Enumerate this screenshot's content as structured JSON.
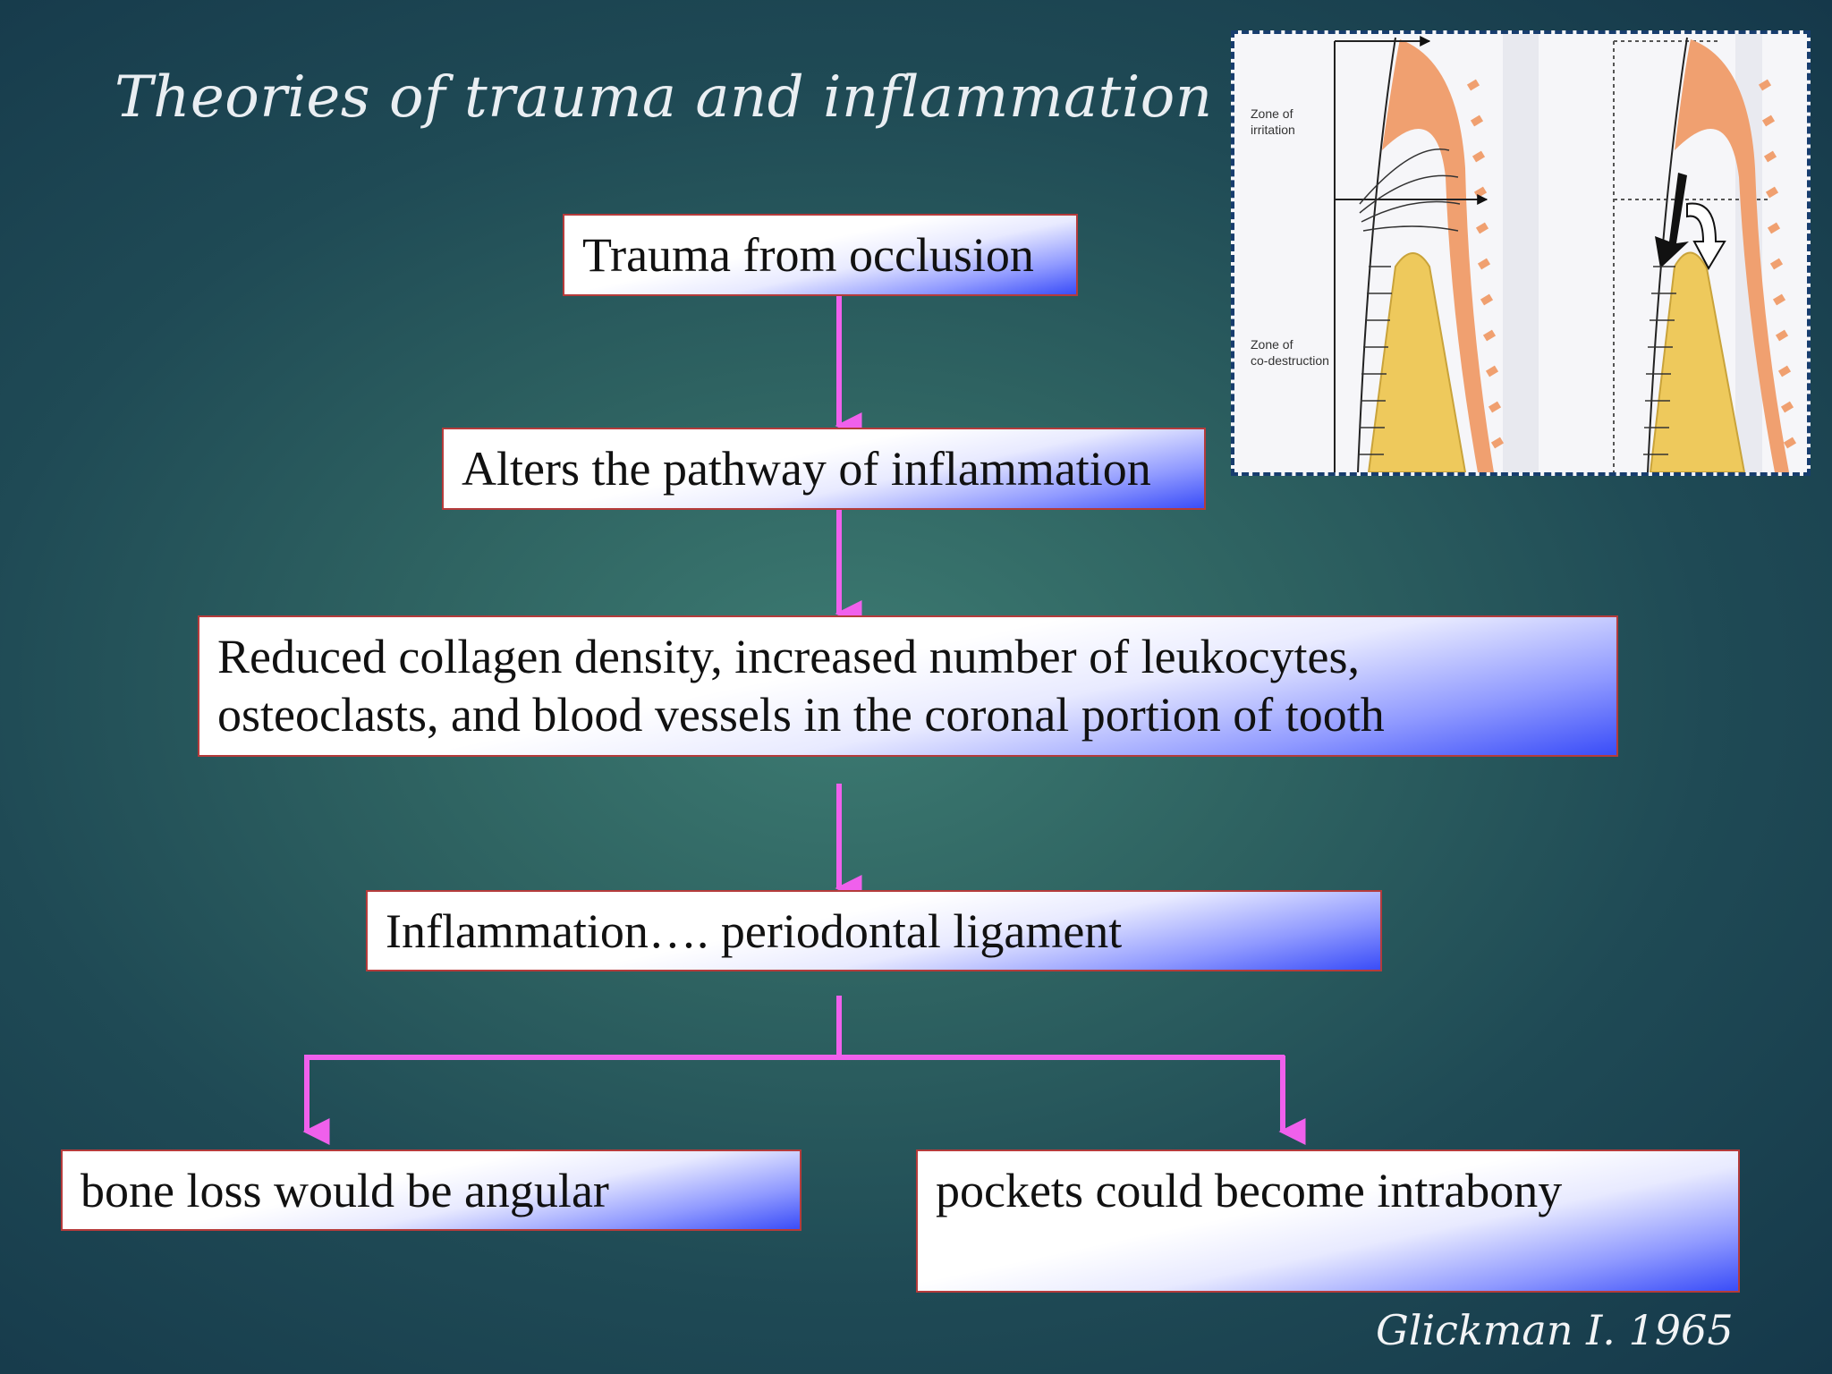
{
  "slide": {
    "title": "Theories of trauma and inflammation",
    "citation": "Glickman I.  1965"
  },
  "flow": {
    "step1": "Trauma from occlusion",
    "step2": "Alters the pathway of inflammation",
    "step3_line1": "Reduced collagen density, increased number of leukocytes,",
    "step3_line2": "osteoclasts, and blood vessels in the coronal portion of tooth",
    "step4": "Inflammation…. periodontal ligament",
    "outcome_left": "bone loss would be angular",
    "outcome_right": "pockets could become intrabony"
  },
  "figure": {
    "label_irritation_1": "Zone of",
    "label_irritation_2": "irritation",
    "label_codestruction_1": "Zone of",
    "label_codestruction_2": "co-destruction"
  },
  "colors": {
    "arrow": "#f060ec",
    "box_border": "#b53b3b",
    "box_gradient_end": "#3a4df8",
    "gingiva": "#f0a070",
    "bone": "#eec95c"
  }
}
